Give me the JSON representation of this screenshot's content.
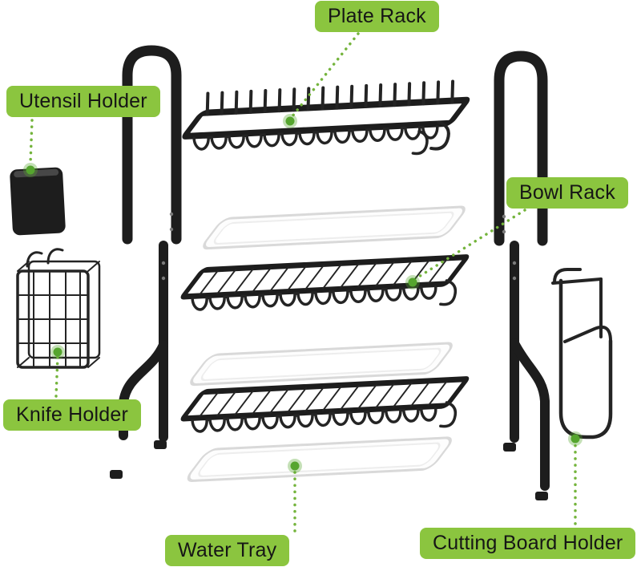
{
  "labels": {
    "plate_rack": "Plate Rack",
    "utensil_holder": "Utensil Holder",
    "bowl_rack": "Bowl Rack",
    "knife_holder": "Knife Holder",
    "water_tray": "Water Tray",
    "cutting_board_holder": "Cutting Board Holder"
  },
  "colors": {
    "label_bg": "#8bc53f",
    "label_text": "#161616",
    "line_green": "#74b43c",
    "dot_green": "#55a52e",
    "part_black": "#1d1d1d"
  }
}
